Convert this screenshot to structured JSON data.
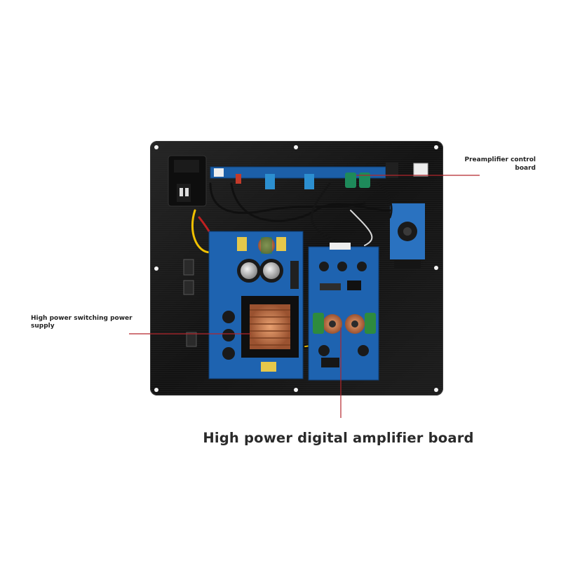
{
  "product_photo": {
    "subject": "amplifier board mounted on black brushed aluminium plate"
  },
  "callouts": {
    "preamp_line1": "Preamplifier control",
    "preamp_line2": "board",
    "psu_line1": "High power switching power",
    "psu_line2": "supply",
    "amp": "High power digital amplifier board"
  },
  "colors": {
    "background": "#ffffff",
    "plate": "#141414",
    "pcb": "#1c5fa8",
    "leader_line": "#b3262c",
    "label_text": "#222222"
  },
  "icons": [
    "mounting-hole-icon"
  ]
}
